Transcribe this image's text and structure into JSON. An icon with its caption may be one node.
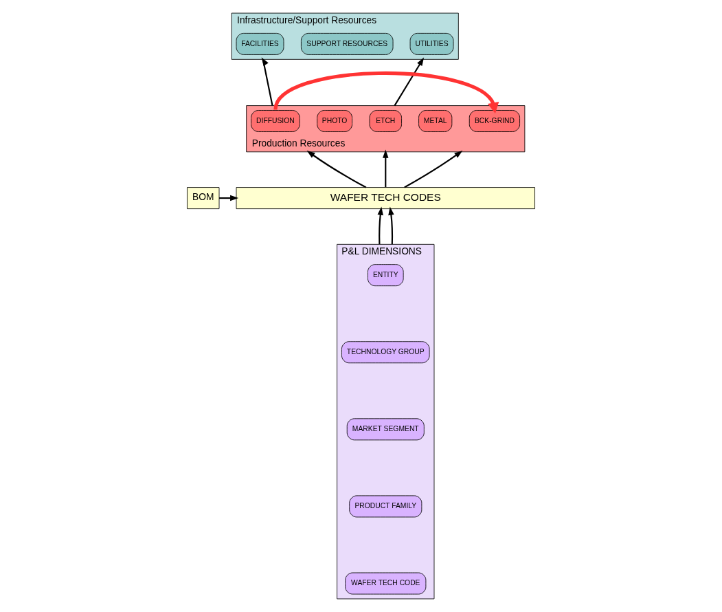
{
  "diagram": {
    "nodes": [
      {
        "text": [
          "Infrastructure/Support Resources"
        ]
      },
      {
        "text": [
          "FACILITIES"
        ],
        "in": 0
      },
      {
        "text": [
          "SUPPORT RESOURCES"
        ],
        "in": 0
      },
      {
        "text": [
          "UTILITIES"
        ],
        "in": 0
      },
      {
        "text": [
          "Production Resources"
        ]
      },
      {
        "text": [
          "DIFFUSION"
        ],
        "in": 4
      },
      {
        "text": [
          "PHOTO"
        ],
        "in": 4
      },
      {
        "text": [
          "ETCH"
        ],
        "in": 4
      },
      {
        "text": [
          "METAL"
        ],
        "in": 4
      },
      {
        "text": [
          "BCK-GRIND"
        ],
        "in": 4
      },
      {
        "text": [
          "BOM"
        ]
      },
      {
        "text": [
          "WAFER TECH CODES"
        ]
      },
      {
        "text": [
          "P&L DIMENSIONS"
        ]
      },
      {
        "text": [
          "ENTITY"
        ],
        "in": 12
      },
      {
        "text": [
          "TECHNOLOGY GROUP"
        ],
        "in": 12
      },
      {
        "text": [
          "MARKET SEGMENT"
        ],
        "in": 12
      },
      {
        "text": [
          "PRODUCT FAMILY"
        ],
        "in": 12
      },
      {
        "text": [
          "WAFER TECH CODE"
        ],
        "in": 12
      }
    ],
    "edges": [
      {
        "from": 4,
        "to": 0,
        "arrow": "to"
      },
      {
        "from": 4,
        "to": 0,
        "arrow": "to"
      },
      {
        "from": 5,
        "to": 9,
        "arrow": "to",
        "style": "thick",
        "color": "#ff3333"
      },
      {
        "from": 11,
        "to": 4,
        "arrow": "to"
      },
      {
        "from": 11,
        "to": 4,
        "arrow": "to"
      },
      {
        "from": 11,
        "to": 4,
        "arrow": "to"
      },
      {
        "from": 10,
        "to": 11,
        "arrow": "to"
      },
      {
        "from": 12,
        "to": 11,
        "arrow": "to"
      },
      {
        "from": 12,
        "to": 11,
        "arrow": "to"
      }
    ]
  }
}
